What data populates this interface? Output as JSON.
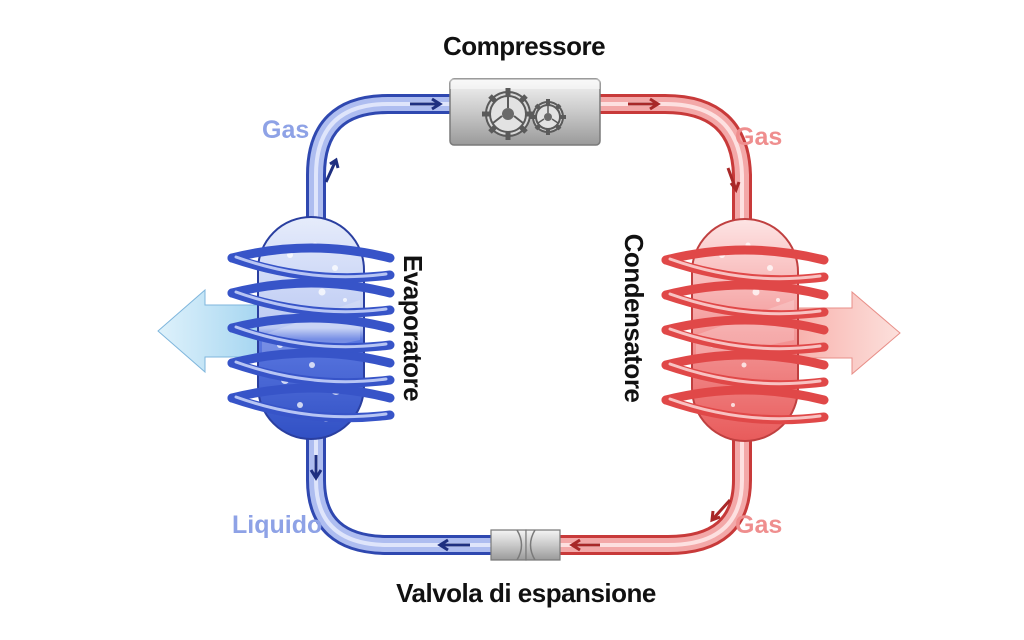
{
  "diagram": {
    "compressor_label": "Compressore",
    "valve_label": "Valvola di espansione",
    "evaporator_label": "Evaporatore",
    "condenser_label": "Condensatore",
    "states": {
      "top_left": "Gas",
      "top_right": "Gas",
      "bottom_right": "Gas",
      "bottom_left": "Liquido"
    },
    "colors": {
      "cold": "#4a67d8",
      "cold_light": "#8ea2e6",
      "hot": "#ea5a5a",
      "hot_light": "#ef8e8e",
      "label": "#111111"
    },
    "icons": {
      "compressor": "gears-icon",
      "valve": "expansion-valve-icon",
      "heat_in": "heat-absorb-arrow-icon",
      "heat_out": "heat-release-arrow-icon"
    }
  }
}
